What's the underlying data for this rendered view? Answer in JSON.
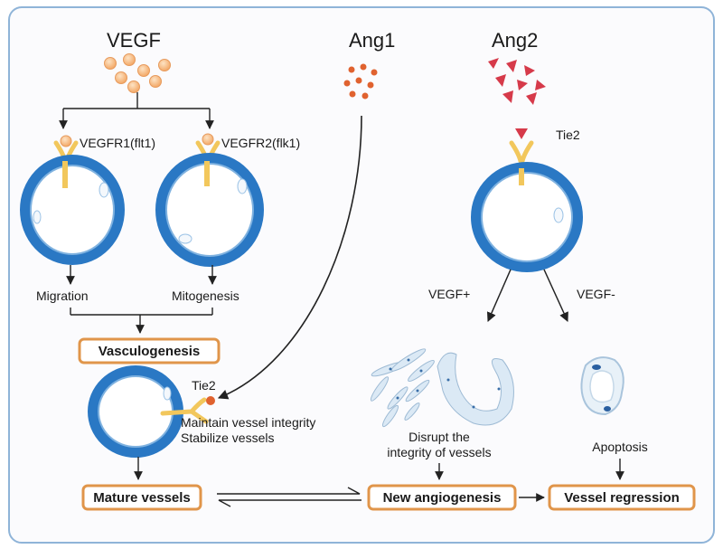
{
  "ligands": {
    "vegf": "VEGF",
    "ang1": "Ang1",
    "ang2": "Ang2"
  },
  "receptors": {
    "vegfr1": "VEGFR1(flt1)",
    "vegfr2": "VEGFR2(flk1)",
    "tie2_top": "Tie2",
    "tie2_mid": "Tie2"
  },
  "processes": {
    "migration": "Migration",
    "mitogenesis": "Mitogenesis",
    "vegf_plus": "VEGF+",
    "vegf_minus": "VEGF-",
    "maintain": "Maintain vessel integrity",
    "stabilize": "Stabilize vessels",
    "disrupt_1": "Disrupt the",
    "disrupt_2": "integrity of vessels",
    "apoptosis": "Apoptosis"
  },
  "boxes": {
    "vasculogenesis": "Vasculogenesis",
    "mature": "Mature vessels",
    "new_angio": "New angiogenesis",
    "regression": "Vessel regression"
  },
  "colors": {
    "frame": "#8fb4d8",
    "box_border": "#e0954a",
    "vessel": "#2a78c4",
    "receptor": "#f2c75c",
    "vegf_ball": "#f7b87a",
    "ang1_dot": "#e0622f",
    "ang2_tri": "#d63a4a",
    "arrow": "#222222"
  }
}
